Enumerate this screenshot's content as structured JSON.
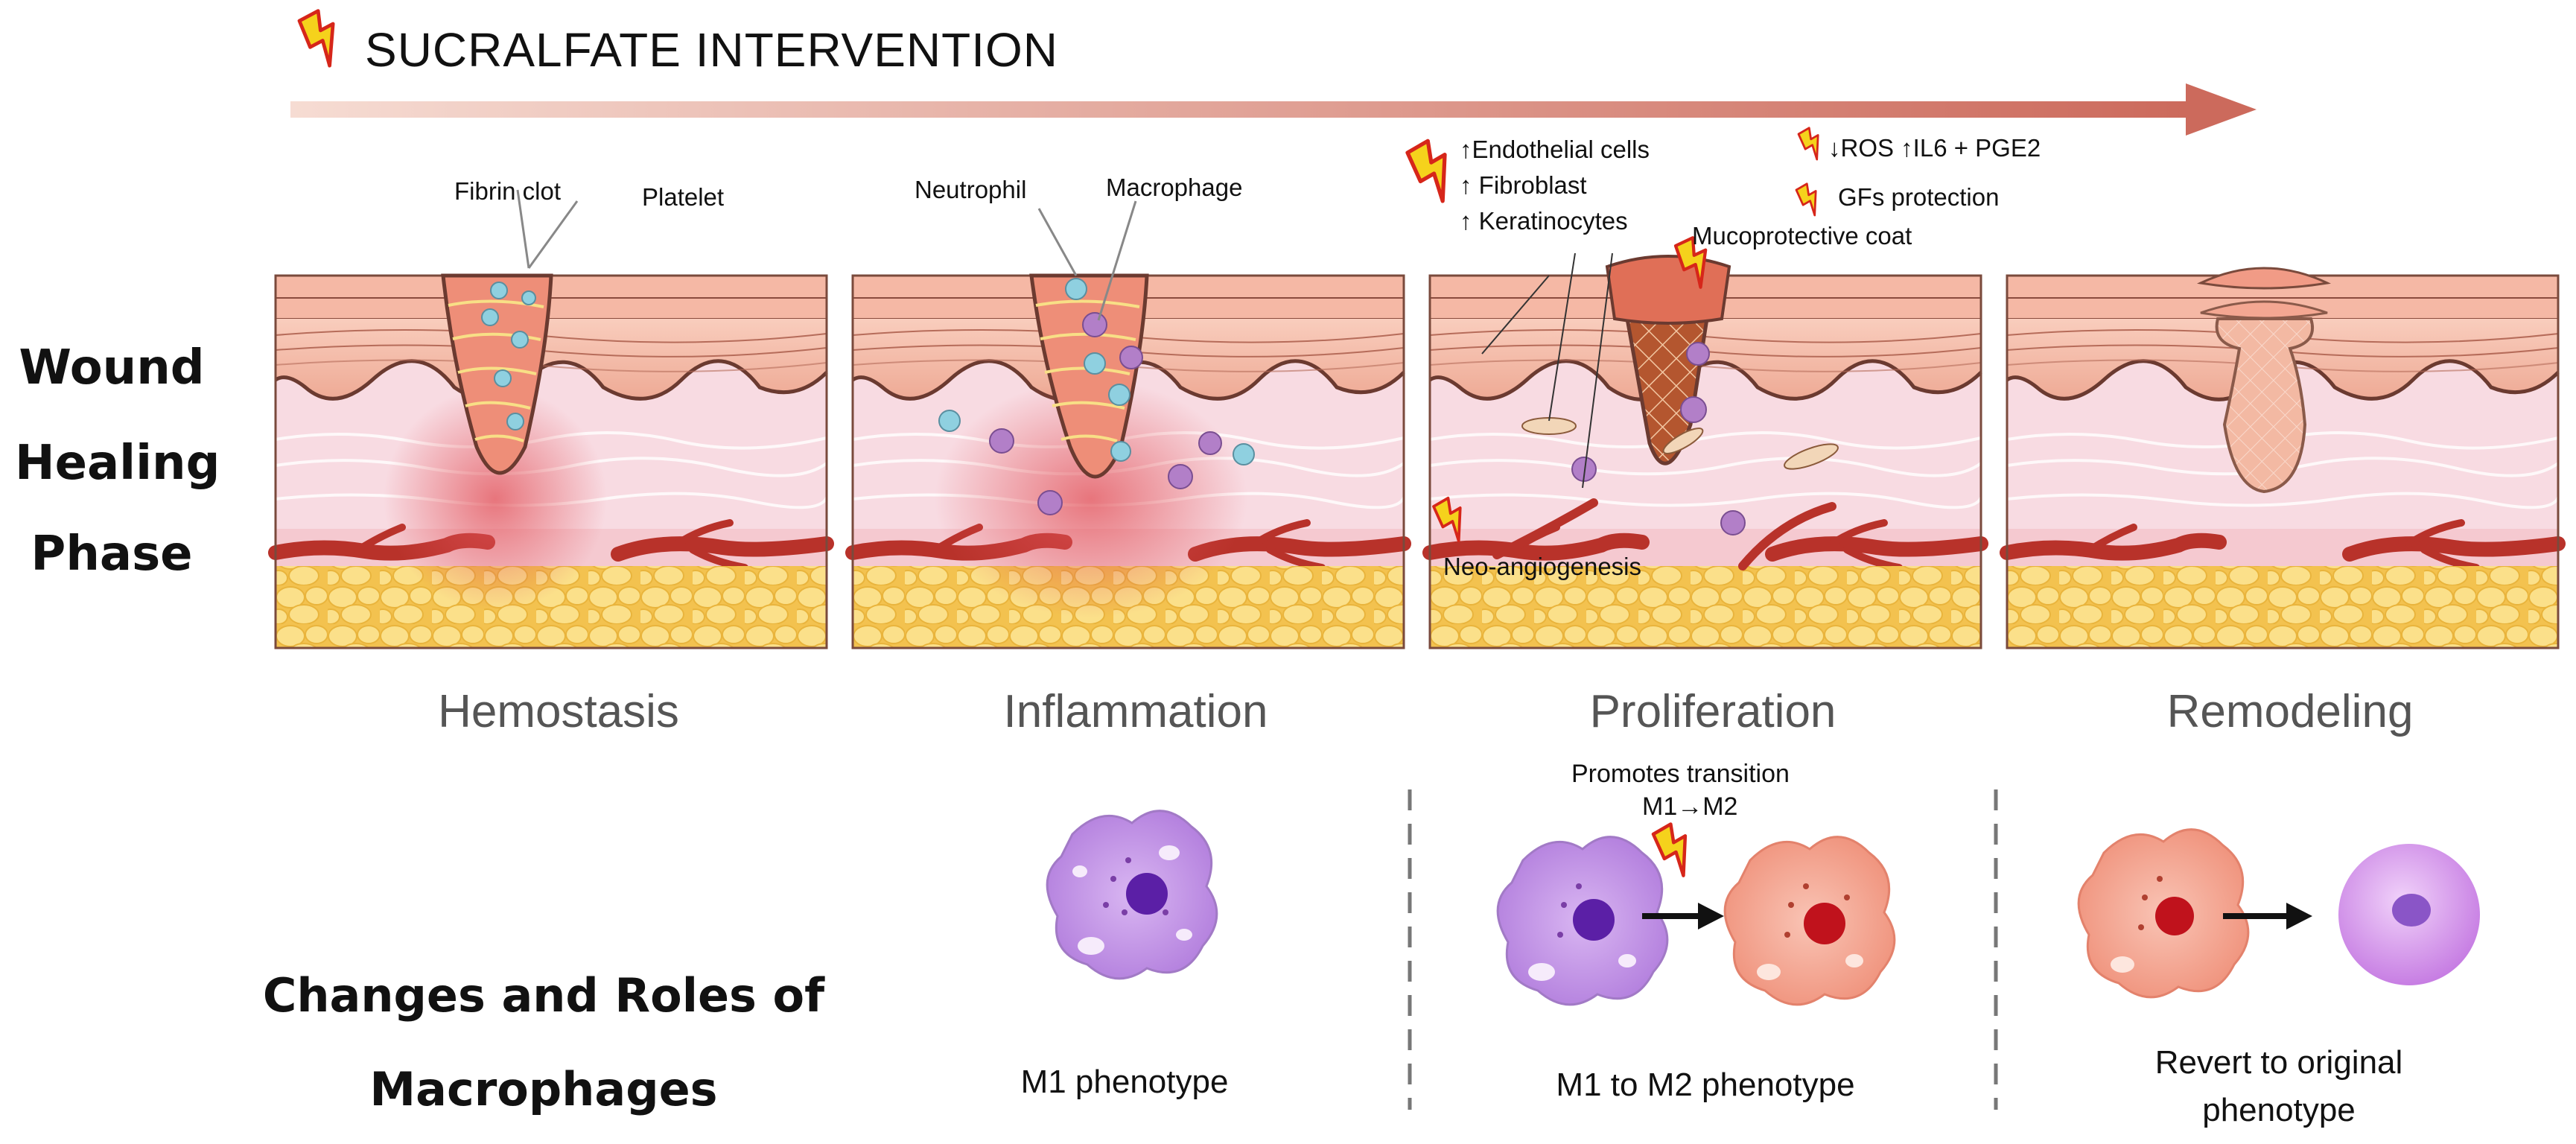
{
  "header": {
    "title": "SUCRALFATE INTERVENTION"
  },
  "side_labels": {
    "wound_lines": [
      "Wound",
      "Healing",
      "Phase"
    ],
    "macrophage_lines": [
      "Changes and Roles of",
      "Macrophages"
    ]
  },
  "phases": [
    "Hemostasis",
    "Inflammation",
    "Proliferation",
    "Remodeling"
  ],
  "annotations": {
    "fibrin_clot": "Fibrin clot",
    "platelet": "Platelet",
    "neutrophil": "Neutrophil",
    "macrophage": "Macrophage",
    "endothelial": "↑Endothelial cells",
    "fibroblast": "↑ Fibroblast",
    "keratinocytes": "↑ Keratinocytes",
    "ros": "↓ROS ↑IL6 + PGE2",
    "gfs": "GFs protection",
    "mucoprotective": "Mucoprotective coat",
    "neoangio": "Neo-angiogenesis",
    "promotes_1": "Promotes transition",
    "promotes_2": "M1→M2"
  },
  "captions": {
    "m1": "M1 phenotype",
    "m1_m2": "M1 to M2 phenotype",
    "revert_1": "Revert to original",
    "revert_2": "phenotype"
  },
  "colors": {
    "arrow_start": "#f3d1c6",
    "arrow_end": "#cc6a5c",
    "skin_top": "#f6c4b2",
    "dermis": "#f7d3dc",
    "vessel": "#c0392b",
    "fat": "#f7d36a",
    "m1_cell": "#c79ae8",
    "m2_cell": "#f4a48f",
    "lightning": "#f5d21c"
  }
}
